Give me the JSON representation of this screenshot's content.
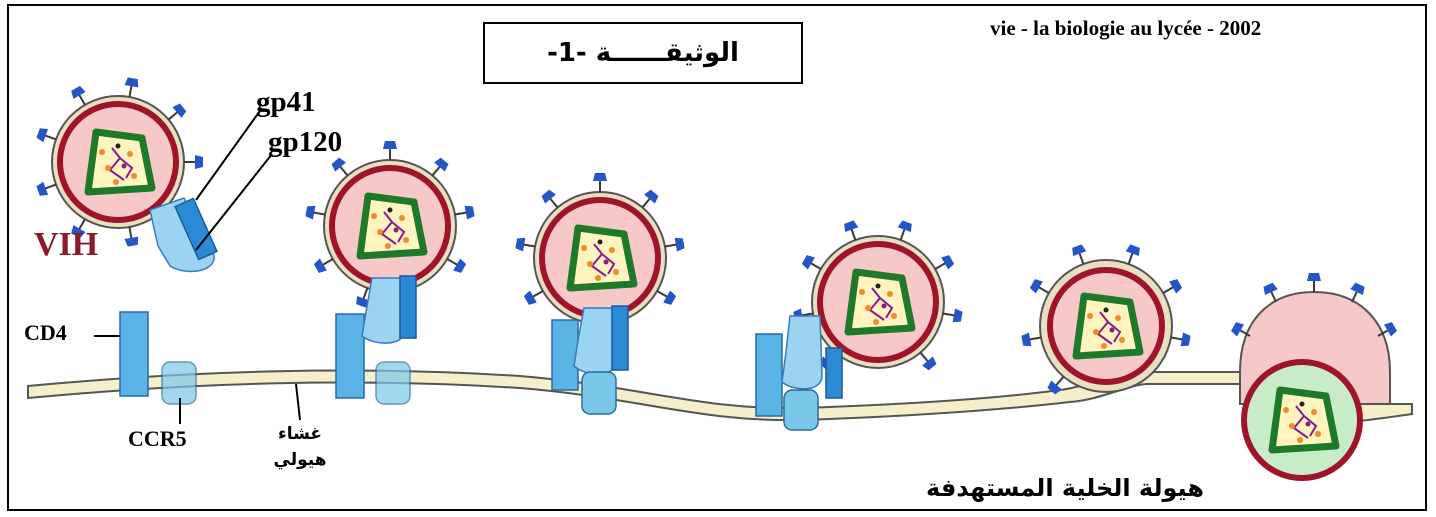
{
  "source": "vie - la biologie au lycée - 2002",
  "document_title": "الوثيقــــــة -1-",
  "labels": {
    "gp41": "gp41",
    "gp120": "gp120",
    "vih": "VIH",
    "cd4": "CD4",
    "ccr5": "CCR5",
    "membrane_line1": "غشاء",
    "membrane_line2": "هيولي",
    "cytoplasm": "هيولة الخلية المستهدفة"
  },
  "colors": {
    "virus_red": "#a0142a",
    "capsid_green": "#1e7a2a",
    "spike_blue": "#2456c8",
    "receptor_blue": "#5ab4e6",
    "membrane_fill": "#f6efcc",
    "vih_text": "#8b1a2e"
  }
}
